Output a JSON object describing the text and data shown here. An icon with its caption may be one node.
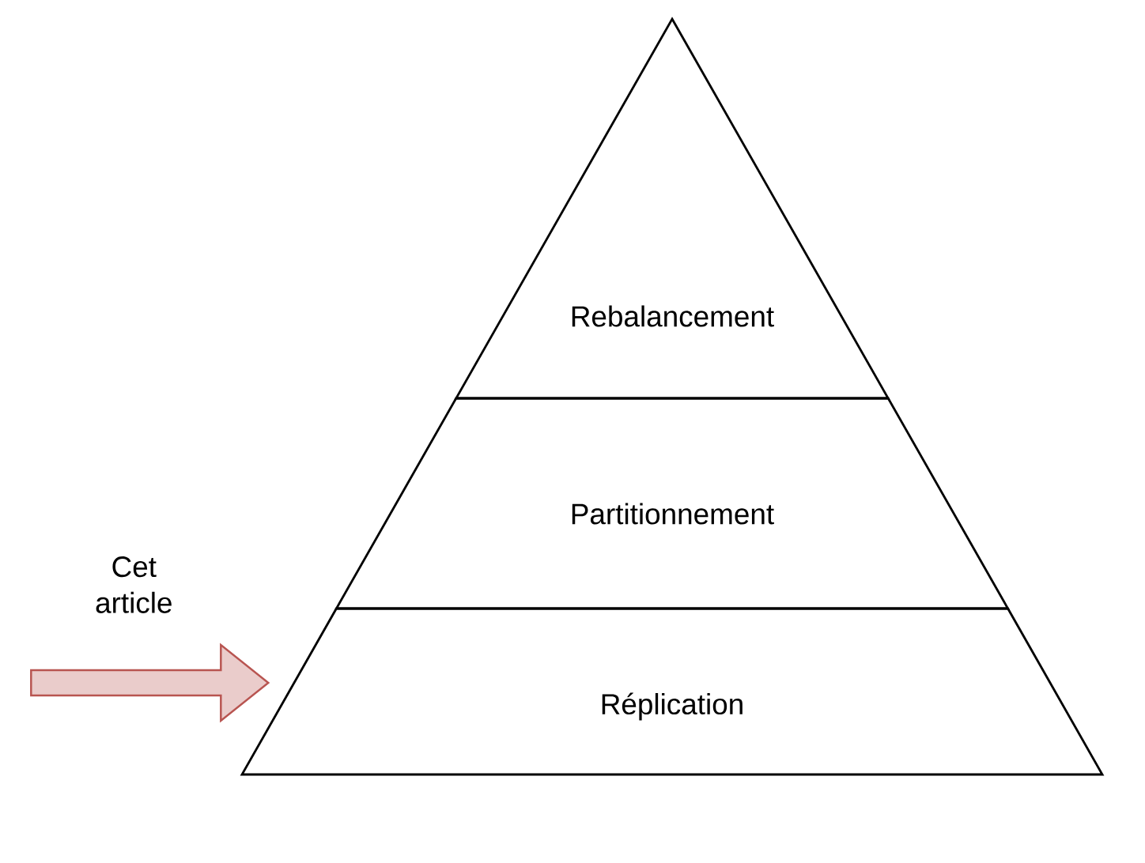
{
  "diagram": {
    "nodes": [
      {
        "text": [
          "Rebalancement"
        ]
      },
      {
        "text": [
          "Partitionnement"
        ]
      },
      {
        "text": [
          "Réplication"
        ]
      }
    ],
    "edges": [
      {
        "from": null,
        "to": 2,
        "arrow": "to",
        "label": "Cet article",
        "color": "#b85450"
      }
    ]
  }
}
